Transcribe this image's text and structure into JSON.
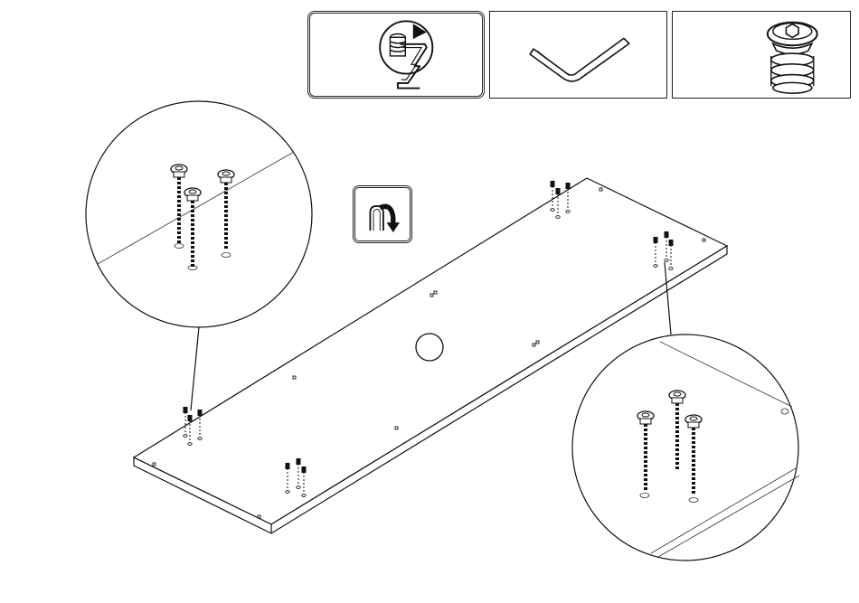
{
  "diagram": {
    "parts": [
      {
        "id": "insert-tool",
        "icon": "insert-nut-tool-icon",
        "highlighted": true
      },
      {
        "id": "hex-key",
        "icon": "hex-key-icon",
        "highlighted": false
      },
      {
        "id": "insert-nut",
        "icon": "threaded-insert-nut-icon",
        "highlighted": false
      }
    ],
    "action_icon": "flip-over-icon",
    "panel": {
      "description_icon": "board-panel-icon",
      "hole_count": 1
    },
    "detail_callouts": [
      {
        "id": "detail-left",
        "insert_count": 3
      },
      {
        "id": "detail-right",
        "insert_count": 3
      }
    ],
    "insert_groups_on_board": 4
  }
}
